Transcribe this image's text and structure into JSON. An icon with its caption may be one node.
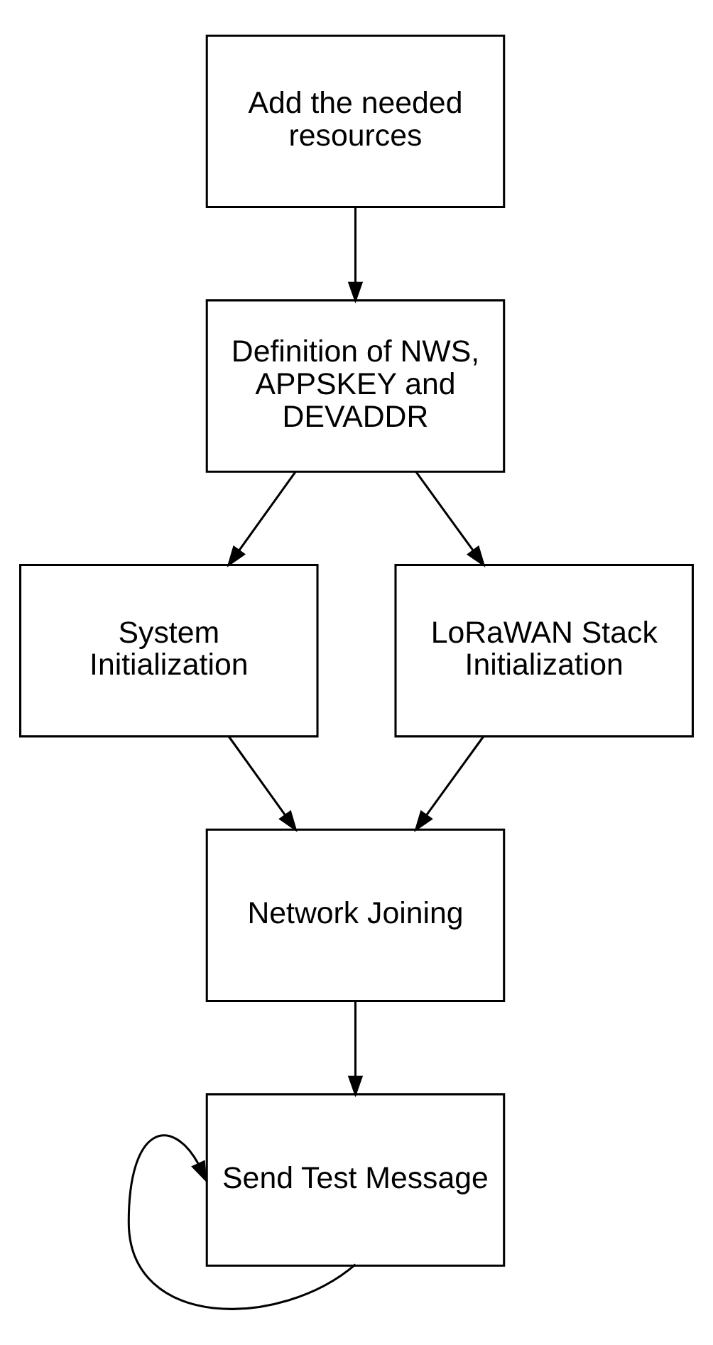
{
  "diagram": {
    "nodes": [
      {
        "text": [
          "Add the needed resources"
        ]
      },
      {
        "text": [
          "Definition of NWS, APPSKEY and DEVADDR"
        ]
      },
      {
        "text": [
          "System Initialization"
        ]
      },
      {
        "text": [
          "LoRaWAN Stack Initialization"
        ]
      },
      {
        "text": [
          "Network Joining"
        ]
      },
      {
        "text": [
          "Send Test Message"
        ]
      }
    ],
    "edges": [
      {
        "from": 0,
        "to": 1,
        "arrow": "to"
      },
      {
        "from": 1,
        "to": 2,
        "arrow": "to"
      },
      {
        "from": 1,
        "to": 3,
        "arrow": "to"
      },
      {
        "from": 2,
        "to": 4,
        "arrow": "to"
      },
      {
        "from": 3,
        "to": 4,
        "arrow": "to"
      },
      {
        "from": 4,
        "to": 5,
        "arrow": "to"
      },
      {
        "from": 5,
        "to": 5,
        "arrow": "to"
      }
    ]
  }
}
